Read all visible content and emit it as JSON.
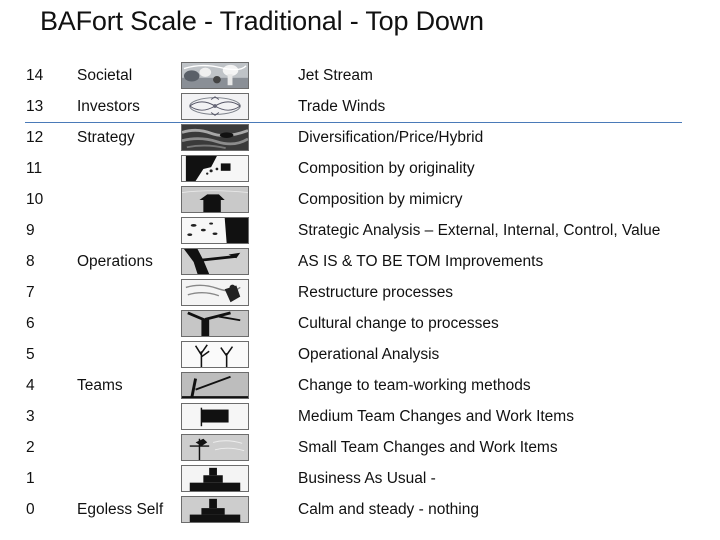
{
  "title": "BAFort Scale - Traditional - Top Down",
  "rows": [
    {
      "num": "14",
      "label": "Societal",
      "desc": "Jet Stream",
      "image": "jet-stream-image"
    },
    {
      "num": "13",
      "label": "Investors",
      "desc": "Trade Winds",
      "image": "trade-winds-image"
    },
    {
      "num": "12",
      "label": "Strategy",
      "desc": "Diversification/Price/Hybrid",
      "image": "storm-clouds-image"
    },
    {
      "num": "11",
      "label": "",
      "desc": "Composition by originality",
      "image": "leaves-in-wind-image"
    },
    {
      "num": "10",
      "label": "",
      "desc": "Composition by mimicry",
      "image": "tree-silhouette-image"
    },
    {
      "num": "9",
      "label": "",
      "desc": "Strategic Analysis – External, Internal, Control, Value",
      "image": "scattered-leaves-image"
    },
    {
      "num": "8",
      "label": "Operations",
      "desc": "AS IS & TO BE TOM Improvements",
      "image": "branch-bird-image"
    },
    {
      "num": "7",
      "label": "",
      "desc": "Restructure processes",
      "image": "wind-gust-image"
    },
    {
      "num": "6",
      "label": "",
      "desc": "Cultural change to processes",
      "image": "tree-branches-image"
    },
    {
      "num": "5",
      "label": "",
      "desc": "Operational Analysis",
      "image": "bare-twigs-image"
    },
    {
      "num": "4",
      "label": "Teams",
      "desc": "Change to team-working methods",
      "image": "leaning-branch-image"
    },
    {
      "num": "3",
      "label": "",
      "desc": "Medium Team Changes and Work Items",
      "image": "flag-image"
    },
    {
      "num": "2",
      "label": "",
      "desc": "Small Team Changes and Work Items",
      "image": "weathervane-image"
    },
    {
      "num": "1",
      "label": "",
      "desc": "Business As Usual -",
      "image": "chimney-smoke-image"
    },
    {
      "num": "0",
      "label": "Egoless Self",
      "desc": "Calm and steady - nothing",
      "image": "still-chimney-image"
    }
  ]
}
